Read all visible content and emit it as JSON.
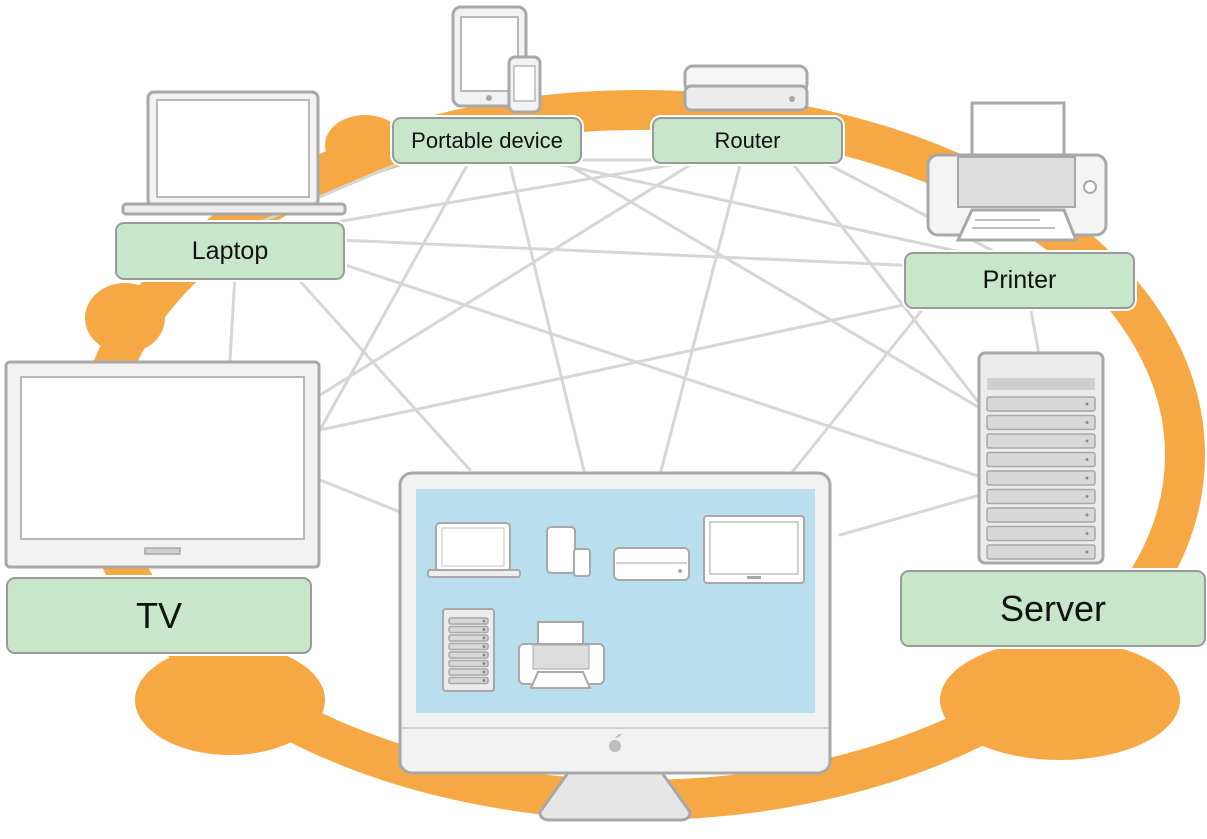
{
  "colors": {
    "halo": "#f5a843",
    "label_fill": "#c8e6c9",
    "link_line": "#d6d6d6",
    "device_stroke": "#a8a8a8",
    "device_fill": "#f2f2f2",
    "screen_fill": "#b9dfee"
  },
  "nodes": {
    "portable": {
      "label": "Portable device",
      "icon": "tablet-phone-icon"
    },
    "router": {
      "label": "Router",
      "icon": "router-icon"
    },
    "laptop": {
      "label": "Laptop",
      "icon": "laptop-icon"
    },
    "printer": {
      "label": "Printer",
      "icon": "printer-icon"
    },
    "tv": {
      "label": "TV",
      "icon": "tv-icon"
    },
    "server": {
      "label": "Server",
      "icon": "server-icon"
    },
    "desktop": {
      "label": "",
      "icon": "desktop-computer-icon"
    }
  },
  "desktop_screen_icons": [
    "laptop-icon",
    "tablet-phone-icon",
    "router-icon",
    "tv-icon",
    "server-icon",
    "printer-icon"
  ]
}
